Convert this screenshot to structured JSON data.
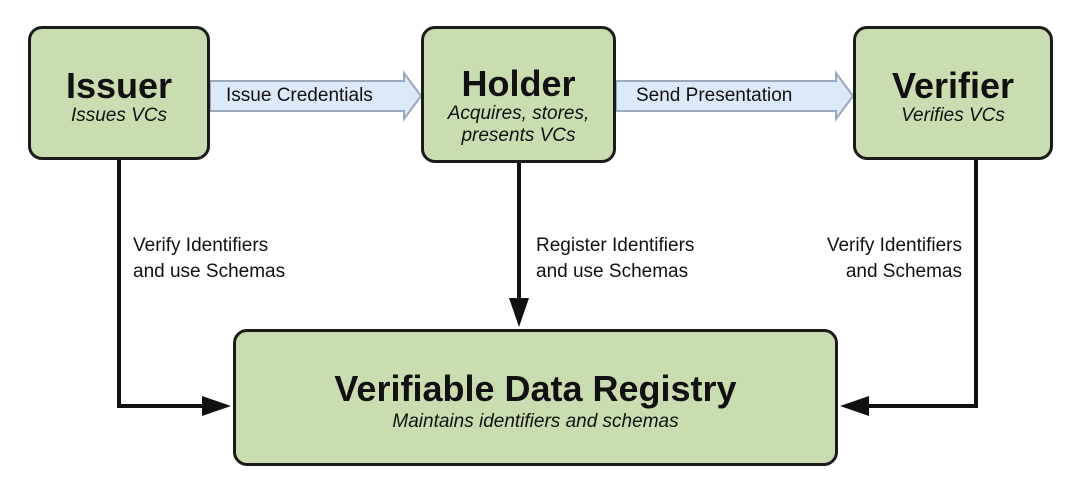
{
  "issuer": {
    "title": "Issuer",
    "subtitle": "Issues VCs"
  },
  "holder": {
    "title": "Holder",
    "subtitle_line1": "Acquires, stores,",
    "subtitle_line2": "presents VCs"
  },
  "verifier": {
    "title": "Verifier",
    "subtitle": "Verifies VCs"
  },
  "registry": {
    "title": "Verifiable Data Registry",
    "subtitle": "Maintains identifiers and schemas"
  },
  "flows": {
    "issue": "Issue Credentials",
    "send": "Send Presentation"
  },
  "edges": {
    "issuer_registry_line1": "Verify Identifiers",
    "issuer_registry_line2": "and use Schemas",
    "holder_registry_line1": "Register Identifiers",
    "holder_registry_line2": "and use Schemas",
    "verifier_registry_line1": "Verify Identifiers",
    "verifier_registry_line2": "and Schemas"
  },
  "colors": {
    "box_fill": "#c9ddb0",
    "box_border": "#1b1b1b",
    "flow_arrow_fill": "#dce9f8",
    "flow_arrow_stroke": "#9aa9bd",
    "connector": "#111111"
  }
}
